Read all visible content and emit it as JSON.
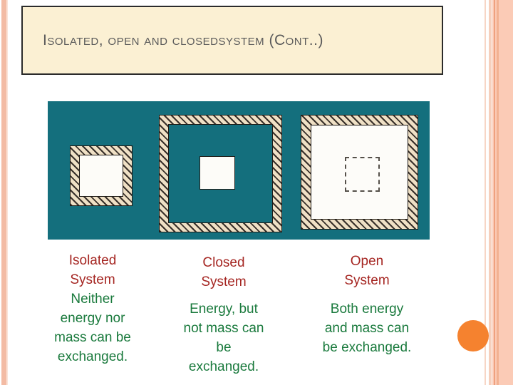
{
  "slide": {
    "title": "Isolated, open and closedsystem (Cont..)"
  },
  "systems": [
    {
      "id": "isolated",
      "heading_lines": [
        "Isolated",
        "System"
      ],
      "body_lines": [
        "Neither",
        "energy nor",
        "mass can be",
        "exchanged."
      ]
    },
    {
      "id": "closed",
      "heading_lines": [
        "Closed",
        "System"
      ],
      "body_lines": [
        "Energy, but",
        "not mass can",
        "be",
        "exchanged."
      ]
    },
    {
      "id": "open",
      "heading_lines": [
        "Open",
        "System"
      ],
      "body_lines": [
        "Both energy",
        "and mass can",
        "be exchanged."
      ]
    }
  ],
  "figure": {
    "panels": [
      {
        "id": "isolated",
        "wall": "hatched",
        "interior": "white",
        "core": "none"
      },
      {
        "id": "closed",
        "wall": "hatched",
        "interior": "teal",
        "core": "solid-white-square"
      },
      {
        "id": "open",
        "wall": "hatched",
        "interior": "white",
        "core": "dashed-square"
      }
    ]
  },
  "colors": {
    "heading_red": "#a52622",
    "body_green": "#1a7a3d",
    "figure_teal": "#146f7d",
    "title_background": "#fbf0d3",
    "hatch_cream": "#efe0c5",
    "accent_circle_orange": "#f5822f",
    "edge_stripe_salmon": "#f3bba4"
  }
}
